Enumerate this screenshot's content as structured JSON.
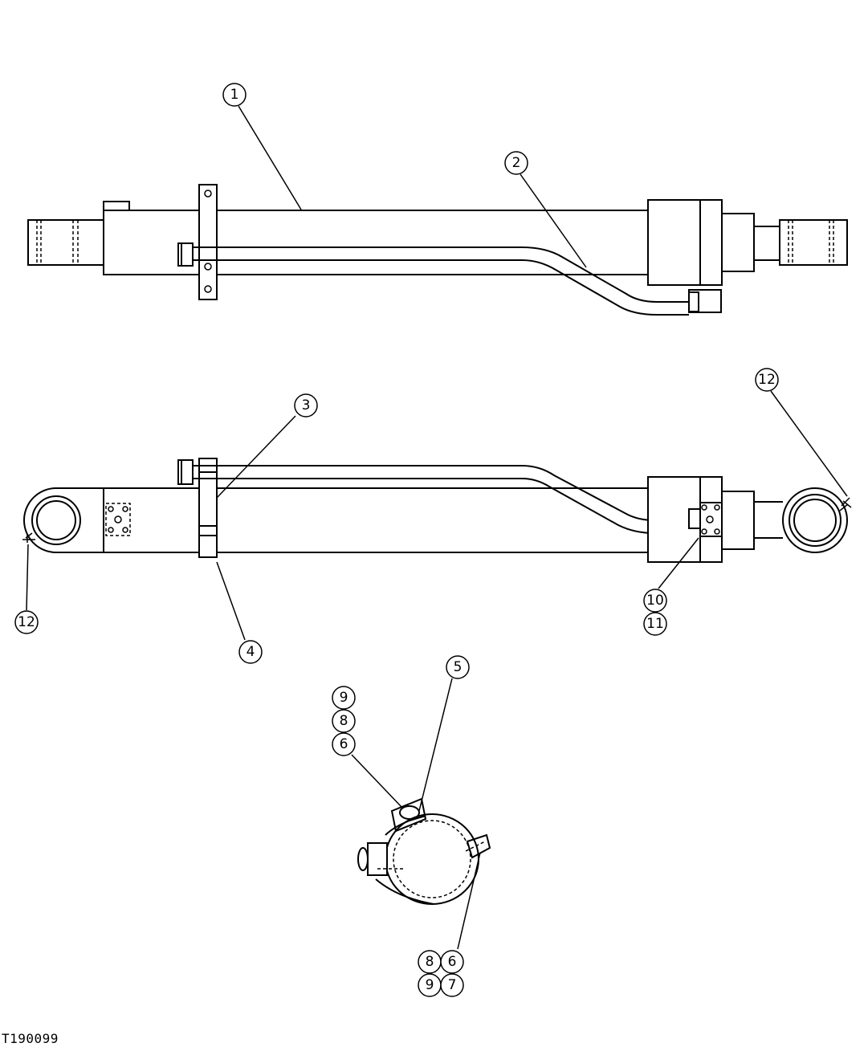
{
  "figure_id": "T190099",
  "callouts": {
    "c1": "1",
    "c2": "2",
    "c3": "3",
    "c4": "4",
    "c5": "5",
    "c6a": "6",
    "c6b": "6",
    "c7": "7",
    "c8a": "8",
    "c8b": "8",
    "c9a": "9",
    "c9b": "9",
    "c10": "10",
    "c11": "11",
    "c12a": "12",
    "c12b": "12"
  },
  "colors": {
    "line": "#000000",
    "background": "#ffffff"
  }
}
